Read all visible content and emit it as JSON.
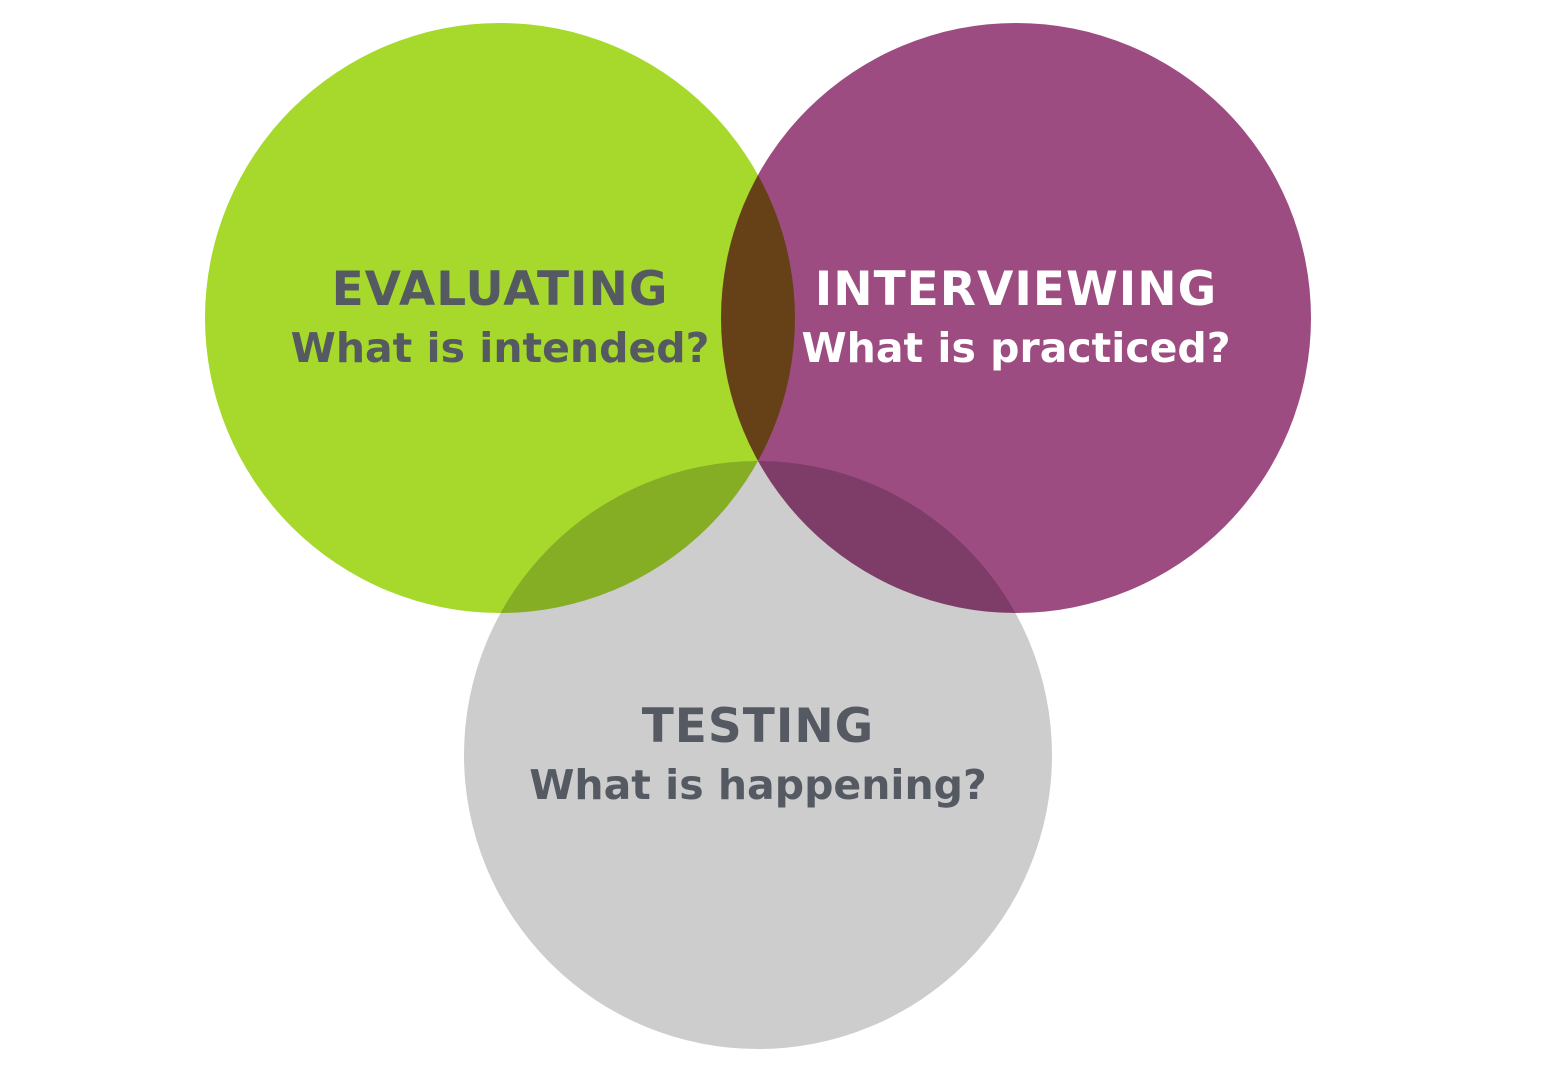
{
  "canvas": {
    "background": "#ffffff"
  },
  "diagram": {
    "type": "venn-3-circle",
    "circles": [
      {
        "id": "evaluating",
        "title": "EVALUATING",
        "subtitle": "What is intended?",
        "color": "#a6d92c",
        "text_color": "#555a62"
      },
      {
        "id": "interviewing",
        "title": "INTERVIEWING",
        "subtitle": "What is practiced?",
        "color": "#9d4c81",
        "text_color": "#ffffff"
      },
      {
        "id": "testing",
        "title": "TESTING",
        "subtitle": "What is happening?",
        "color": "#cdcdcd",
        "text_color": "#555a62"
      }
    ],
    "overlaps": {
      "blend_mode": "multiply",
      "evaluating_interviewing": "#6b4716",
      "evaluating_testing": "#85ae23",
      "interviewing_testing": "#7e3d67"
    }
  }
}
